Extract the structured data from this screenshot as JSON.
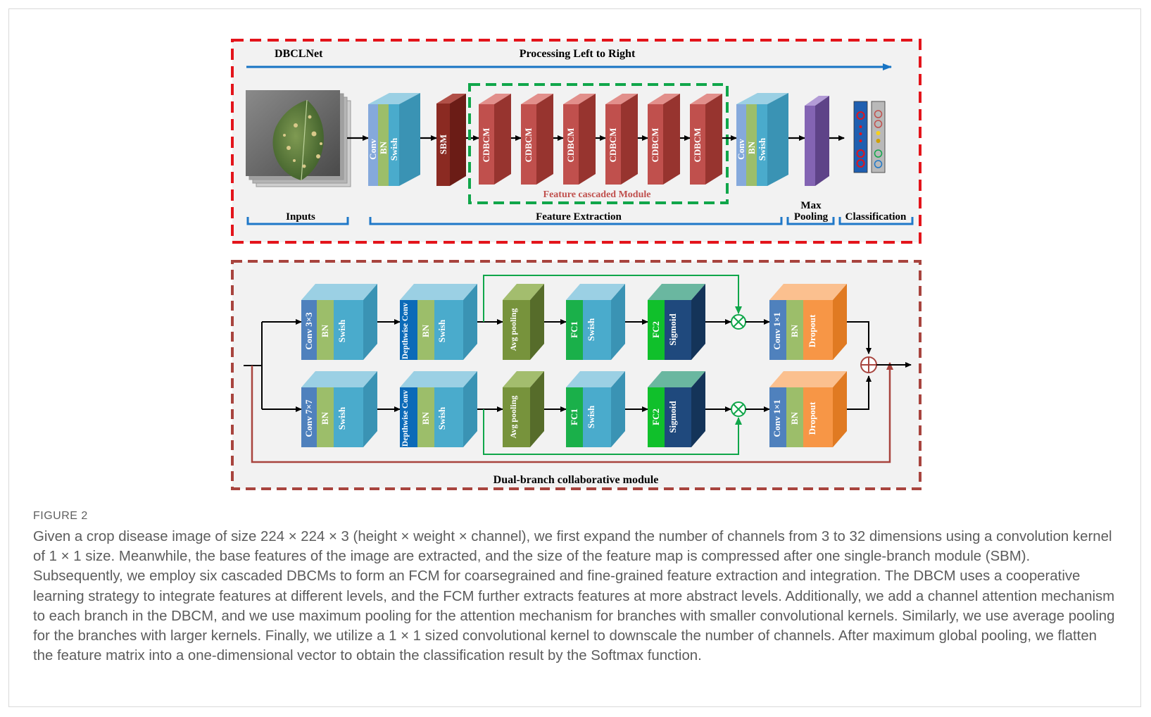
{
  "top_panel": {
    "network_name": "DBCLNet",
    "direction_label": "Processing Left to Right",
    "stem_block": [
      "Conv",
      "BN",
      "Swish"
    ],
    "sbm_label": "SBM",
    "cdbcm_labels": [
      "CDBCM",
      "CDBCM",
      "CDBCM",
      "CDBCM",
      "CDBCM",
      "CDBCM"
    ],
    "fcm_label": "Feature cascaded Module",
    "head_block": [
      "Conv",
      "BN",
      "Swish"
    ],
    "section_labels": {
      "inputs": "Inputs",
      "feature_extraction": "Feature Extraction",
      "max_pooling_line1": "Max",
      "max_pooling_line2": "Pooling",
      "classification": "Classification"
    }
  },
  "bottom_panel": {
    "title": "Dual-branch collaborative module",
    "upper_branch": {
      "conv_block": [
        "Conv 3×3",
        "BN",
        "Swish"
      ],
      "dw_block": [
        "Depthwise Conv",
        "BN",
        "Swish"
      ],
      "pool_label": "Avg pooling",
      "fc1_block": [
        "FC1",
        "Swish"
      ],
      "fc2_block": [
        "FC2",
        "Sigmoid"
      ],
      "out_block": [
        "Conv 1×1",
        "BN",
        "Dropout"
      ]
    },
    "lower_branch": {
      "conv_block": [
        "Conv 7×7",
        "BN",
        "Swish"
      ],
      "dw_block": [
        "Depthwise Conv",
        "BN",
        "Swish"
      ],
      "pool_label": "Avg pooling",
      "fc1_block": [
        "FC1",
        "Swish"
      ],
      "fc2_block": [
        "FC2",
        "Sigmoid"
      ],
      "out_block": [
        "Conv 1×1",
        "BN",
        "Dropout"
      ]
    }
  },
  "colors": {
    "red_border": "#e3141b",
    "dark_red_border": "#a8443e",
    "green_border": "#10a64a",
    "arrow_blue": "#1874c4",
    "bracket_blue": "#1f78c8",
    "conv_blue": "#85a9dc",
    "bn_green": "#9cbe6a",
    "swish_teal": "#4aabcc",
    "sbm_red": "#8b2a22",
    "cdbcm_red": "#c0504d",
    "pool_purple": "#8364b3",
    "avgpool_olive": "#77933c",
    "fc_green": "#1ab04a",
    "sigmoid_navy": "#1f497d",
    "dropout_orange": "#f79646"
  },
  "caption": {
    "label": "FIGURE 2",
    "text": "Given a crop disease image of size 224 × 224 × 3 (height × weight × channel), we first expand the number of channels from 3 to 32 dimensions using a convolution kernel of 1 × 1 size. Meanwhile, the base features of the image are extracted, and the size of the feature map is compressed after one single-branch module (SBM). Subsequently, we employ six cascaded DBCMs to form an FCM for coarsegrained and fine-grained feature extraction and integration. The DBCM uses a cooperative learning strategy to integrate features at different levels, and the FCM further extracts features at more abstract levels. Additionally, we add a channel attention mechanism to each branch in the DBCM, and we use maximum pooling for the attention mechanism for branches with smaller convolutional kernels. Similarly, we use average pooling for the branches with larger kernels. Finally, we utilize a 1 × 1 sized convolutional kernel to downscale the number of channels. After maximum global pooling, we flatten the feature matrix into a one-dimensional vector to obtain the classification result by the Softmax function."
  }
}
